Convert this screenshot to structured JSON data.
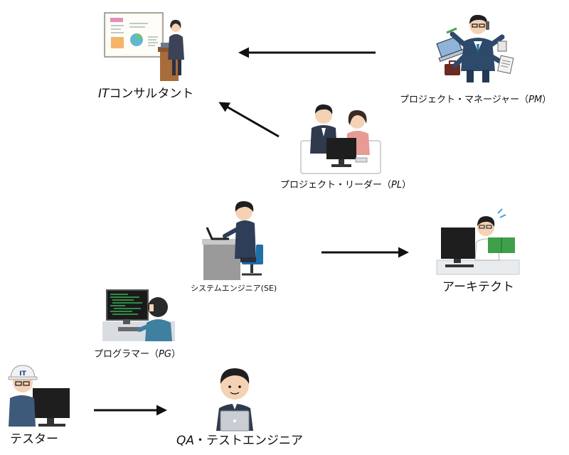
{
  "roles": {
    "it_consultant": {
      "label_prefix": "IT",
      "label_rest": "コンサルタント"
    },
    "project_manager": {
      "label_main": "プロジェクト・マネージャー（",
      "label_abbr": "PM",
      "label_close": "）"
    },
    "project_leader": {
      "label_main": "プロジェクト・リーダー（",
      "label_abbr": "PL",
      "label_close": "）"
    },
    "system_engineer": {
      "label": "システムエンジニア(SE)"
    },
    "architect": {
      "label": "アーキテクト"
    },
    "programmer": {
      "label_main": "プログラマー（",
      "label_abbr": "PG",
      "label_close": "）"
    },
    "tester": {
      "label": "テスター",
      "helmet_text": "IT"
    },
    "qa_engineer": {
      "label_prefix": "QA",
      "label_rest": "・テストエンジニア"
    }
  }
}
